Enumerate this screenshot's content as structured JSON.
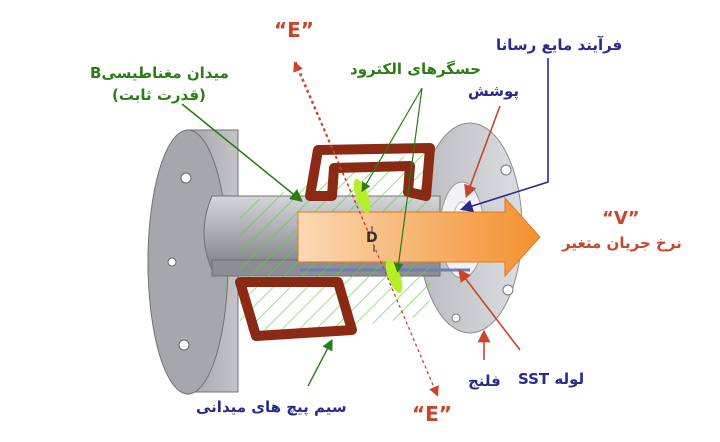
{
  "labels": {
    "e_top": "“E”",
    "e_bottom": "“E”",
    "magnetic_field": "میدان مغناطیسیB",
    "magnetic_field_sub": "(قدرت ثابت)",
    "electrode_sensors": "حسگرهای الکترود",
    "conductive_fluid": "فرآیند مایع رسانا",
    "liner": "پوشش",
    "v": "“V”",
    "variable_flow": "نرخ جریان متغیر",
    "sst_tube": "لوله SST",
    "flange": "فلنج",
    "field_coils": "سیم پیچ های میدانی",
    "d": "D"
  },
  "colors": {
    "red": "#c8452a",
    "green": "#2a7d14",
    "navy": "#2a2a8c",
    "coil": "#8a2a14",
    "orange": "#f39a4a",
    "field_green": "#5ccf3a",
    "electrode": "#b6ee2a"
  }
}
